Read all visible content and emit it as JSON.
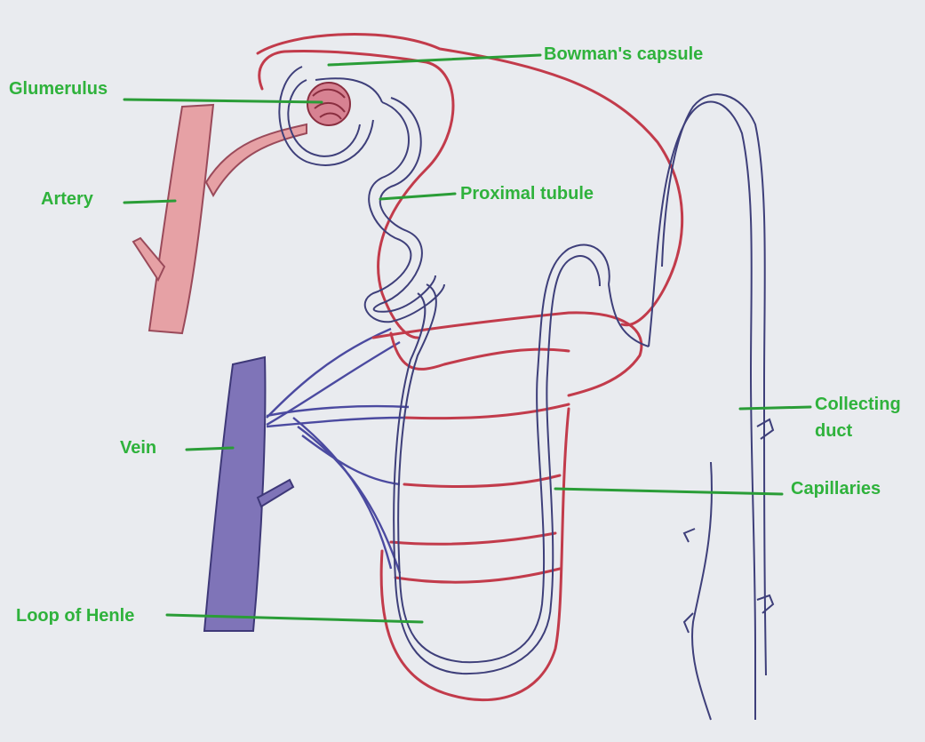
{
  "labels": {
    "bowmans_capsule": "Bowman's capsule",
    "glomerulus": "Glumerulus",
    "artery": "Artery",
    "proximal_tubule": "Proximal tubule",
    "collecting_duct": "Collecting duct",
    "vein": "Vein",
    "capillaries": "Capillaries",
    "loop_of_henle": "Loop of Henle"
  },
  "colors": {
    "label_green": "#2fb23c",
    "leader_green": "#2a9d37",
    "capillary_red": "#c23b4b",
    "capillary_fill": "#e79aa0",
    "artery_fill": "#e6a1a5",
    "vein_fill": "#7f74b8",
    "tubule_ink": "#3e3f7a",
    "background": "#e9ebef"
  }
}
